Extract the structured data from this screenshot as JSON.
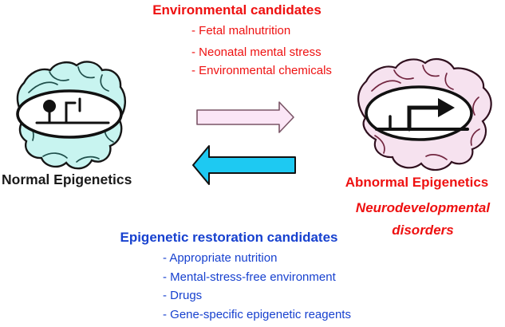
{
  "colors": {
    "red": "#ee1111",
    "blue": "#1741cf",
    "text_black": "#1a1a1a",
    "normal_brain_fill": "#c8f4f0",
    "normal_brain_outline": "#161616",
    "normal_brain_sulci": "#1f4f4b",
    "abnormal_brain_fill": "#f6e2ef",
    "abnormal_brain_outline": "#30101f",
    "abnormal_brain_sulci": "#722640",
    "forward_arrow_fill": "#fbe6f6",
    "forward_arrow_stroke": "#7a5566",
    "restore_arrow_fill": "#1ec9f2",
    "restore_arrow_stroke": "#111111"
  },
  "environmental": {
    "title": "Environmental candidates",
    "items": [
      "- Fetal malnutrition",
      "- Neonatal mental stress",
      "- Environmental chemicals"
    ]
  },
  "normal": {
    "label": "Normal Epigenetics"
  },
  "abnormal": {
    "label": "Abnormal Epigenetics",
    "consequence_line1": "Neurodevelopmental",
    "consequence_line2": "disorders"
  },
  "restoration": {
    "title": "Epigenetic restoration candidates",
    "items": [
      "- Appropriate nutrition",
      "- Mental-stress-free environment",
      "- Drugs",
      "- Gene-specific epigenetic reagents"
    ]
  },
  "icons": {
    "normal_gene": "methylated-silenced-gene-icon",
    "abnormal_gene": "active-transcription-arrow-icon",
    "forward_arrow": "right-arrow-icon",
    "restore_arrow": "left-arrow-icon"
  }
}
